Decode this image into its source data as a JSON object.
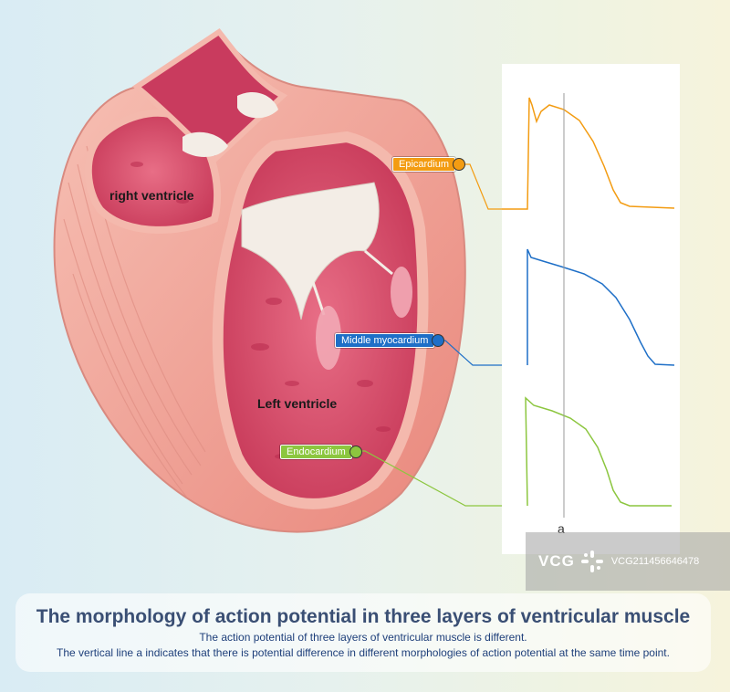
{
  "labels": {
    "right_ventricle": "right ventricle",
    "left_ventricle": "Left ventricle",
    "epicardium": "Epicardium",
    "middle_myocardium": "Middle myocardium",
    "endocardium": "Endocardium",
    "time_marker": "a"
  },
  "colors": {
    "epicardium": "#f39c12",
    "middle_myocardium": "#1e6fc7",
    "endocardium": "#8cc63f",
    "muscle": "#f2a9a0",
    "cavity": "#d94d6e",
    "valve": "#f3ede6"
  },
  "watermark": {
    "logo": "VCG",
    "id": "VCG211456646478"
  },
  "caption": {
    "title": "The morphology of action potential in three layers of ventricular muscle",
    "line1": "The action potential of three layers of ventricular muscle is different.",
    "line2": "The vertical line a indicates that there is potential difference in different morphologies of action potential at the same time point."
  }
}
